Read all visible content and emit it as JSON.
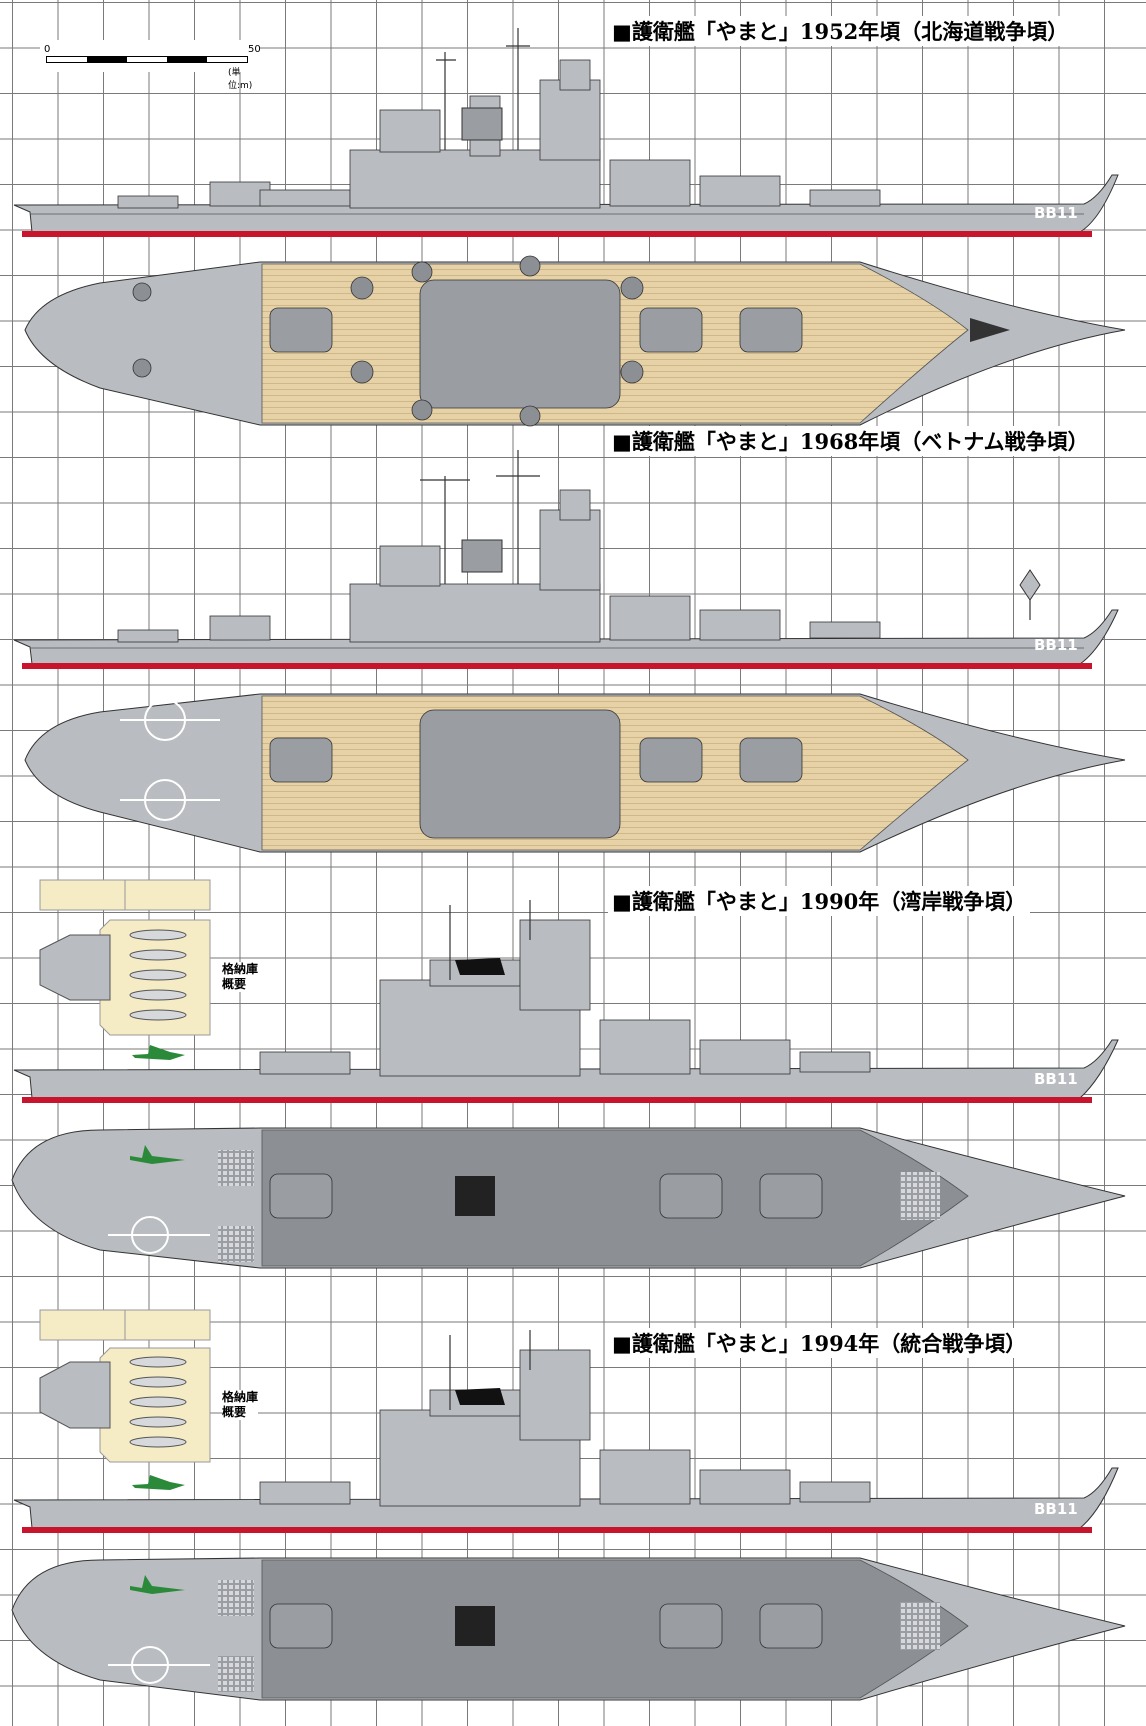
{
  "titles": [
    "■護衛艦「やまと」1952年頃（北海道戦争頃）",
    "■護衛艦「やまと」1968年頃（ベトナム戦争頃）",
    "■護衛艦「やまと」1990年（湾岸戦争頃）",
    "■護衛艦「やまと」1994年（統合戦争頃）"
  ],
  "scale": {
    "start": "0",
    "end": "50",
    "unit": "(単位:m)"
  },
  "hull_number": "BB11",
  "hangar_label_line1": "格納庫",
  "hangar_label_line2": "概要",
  "colors": {
    "hull_gray": "#b9bcc0",
    "dark_gray": "#8c8f94",
    "deck_wood": "#e6d2a6",
    "boot_red": "#c8142d",
    "funnel_cap": "#111111",
    "aircraft_green": "#2a8a3a",
    "hangar_bg": "#f5ecc6",
    "grid_line": "#7a7a7a"
  }
}
